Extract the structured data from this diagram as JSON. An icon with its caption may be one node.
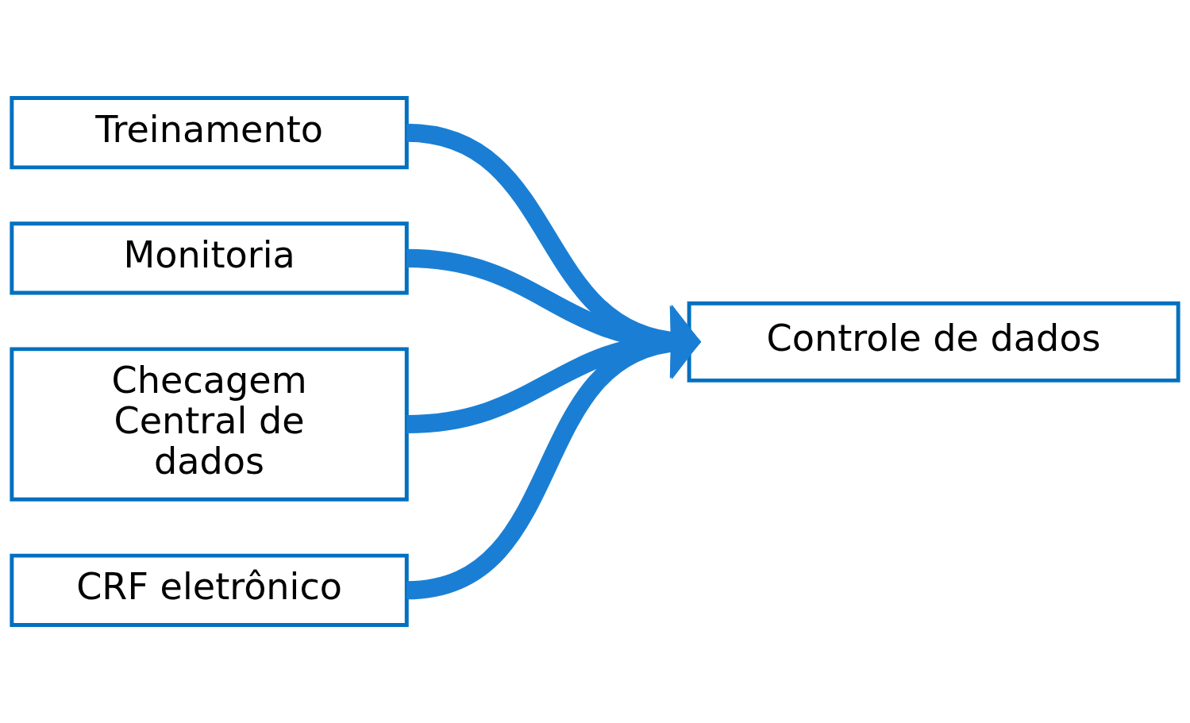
{
  "diagram": {
    "nodes": [
      {
        "text": [
          "Treinamento"
        ]
      },
      {
        "text": [
          "Monitoria"
        ]
      },
      {
        "text": [
          "Checagem Central de dados"
        ]
      },
      {
        "text": [
          "CRF eletrônico"
        ]
      },
      {
        "text": [
          "Controle de dados"
        ]
      }
    ],
    "edges": [
      {
        "from": 0,
        "to": 4,
        "arrow": "to"
      },
      {
        "from": 1,
        "to": 4,
        "arrow": "to"
      },
      {
        "from": 2,
        "to": 4,
        "arrow": "to"
      },
      {
        "from": 3,
        "to": 4,
        "arrow": "to"
      }
    ]
  }
}
